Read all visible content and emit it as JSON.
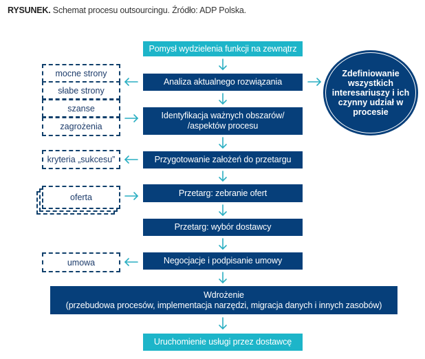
{
  "caption": {
    "label": "RYSUNEK.",
    "text": " Schemat procesu outsourcingu. Źródło: ADP Polska."
  },
  "colors": {
    "dark_blue": "#063f7a",
    "teal": "#1db5c9",
    "arrow": "#29aec2",
    "dashed_border": "#0f3f6b"
  },
  "flow": {
    "steps": [
      {
        "label": "Pomysł wydzielenia funkcji na zewnątrz",
        "style": "teal"
      },
      {
        "label": "Analiza aktualnego rozwiązania",
        "style": "dark"
      },
      {
        "label": "Identyfikacja ważnych obszarów/\n/aspektów procesu",
        "style": "dark"
      },
      {
        "label": "Przygotowanie założeń do przetargu",
        "style": "dark"
      },
      {
        "label": "Przetarg: zebranie ofert",
        "style": "dark"
      },
      {
        "label": "Przetarg: wybór dostawcy",
        "style": "dark"
      },
      {
        "label": "Negocjacje i podpisanie umowy",
        "style": "dark"
      },
      {
        "label": "Wdrożenie\n(przebudowa procesów, implementacja narzędzi, migracja danych i innych zasobów)",
        "style": "dark"
      },
      {
        "label": "Uruchomienie usługi przez dostawcę",
        "style": "teal"
      }
    ]
  },
  "side_inputs": {
    "swot": [
      "mocne strony",
      "słabe strony",
      "szanse",
      "zagrożenia"
    ],
    "criteria": "kryteria „sukcesu”",
    "offer": "oferta",
    "contract": "umowa"
  },
  "stakeholders": {
    "label": "Zdefiniowanie wszystkich interesariuszy i ich czynny udział w procesie"
  }
}
